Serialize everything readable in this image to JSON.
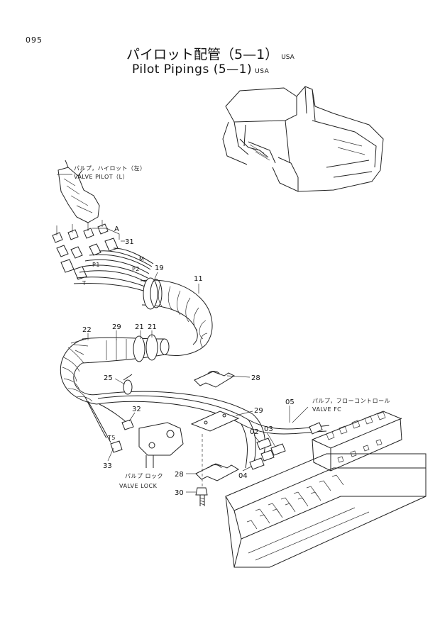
{
  "header": {
    "page_number": "095",
    "title_jp": "パイロット配管（5—1）",
    "title_en": "Pilot Pipings (5—1)",
    "region": "USA"
  },
  "captions": {
    "valve_pilot_jp": "パルプ，ハイロット（左）",
    "valve_pilot_en": "VALVE PILOT（L）",
    "valve_fc_jp": "パルプ，フローコントロール",
    "valve_fc_en": "VALVE FC",
    "valve_lock_jp": "パルプ ロック",
    "valve_lock_en": "VALVE LOCK"
  },
  "callouts": {
    "c11": "11",
    "c19": "19",
    "c22": "22",
    "c29a": "29",
    "c21a": "21",
    "c21b": "21",
    "c25": "25",
    "c28a": "28",
    "c29b": "29",
    "c32": "32",
    "c05": "05",
    "c02": "02",
    "c03": "03",
    "c33": "33",
    "c04": "04",
    "c28b": "28",
    "c30": "30",
    "c31": "31",
    "cA": "A"
  },
  "port_marks": {
    "m": "M",
    "p2": "P2",
    "p1": "P1",
    "t": "T",
    "ts": "T5"
  }
}
